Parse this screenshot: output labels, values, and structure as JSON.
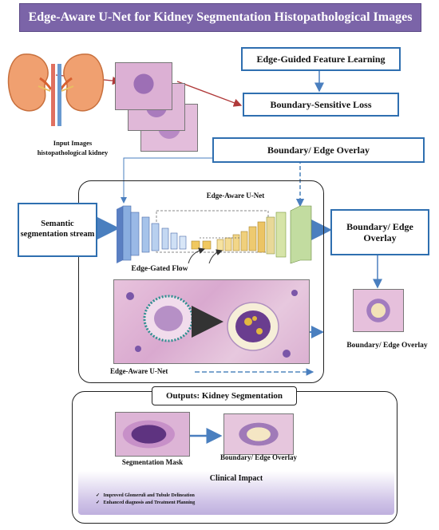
{
  "title": "Edge-Aware U-Net for Kidney Segmentation Histopathological Images",
  "input": {
    "label": "Input Images",
    "sublabel": "histopathological kidney"
  },
  "boxes": {
    "edge_guided": "Edge-Guided Feature Learning",
    "boundary_loss": "Boundary-Sensitive Loss",
    "boundary_overlay_top": "Boundary/ Edge Overlay",
    "semantic_stream": "Semantic segmentation stream",
    "boundary_overlay_right": "Boundary/ Edge Overlay"
  },
  "unet": {
    "title": "Edge-Aware U-Net",
    "edge_gated_flow": "Edge-Gated Flow",
    "bottom_label": "Edge-Aware U-Net"
  },
  "right_output_caption": "Boundary/ Edge Overlay",
  "outputs": {
    "title": "Outputs: Kidney Segmentation",
    "mask_caption": "Segmentation Mask",
    "overlay_caption": "Boundary/ Edge Overlay"
  },
  "clinical": {
    "title": "Clinical Impact",
    "items": [
      {
        "check": "✓",
        "text": "Improved Glomeruli and Tubule Delineation"
      },
      {
        "check": "✓",
        "text": "Enhanced diagnosis and Treatment Planning"
      }
    ]
  },
  "colors": {
    "title_bg": "#7b64a8",
    "box_border": "#2f6fb0",
    "arrow_blue": "#4a7fbf",
    "arrow_red": "#b03a3a",
    "tissue_pink": "#d9a9cf",
    "tissue_purple": "#6a3d8f"
  }
}
